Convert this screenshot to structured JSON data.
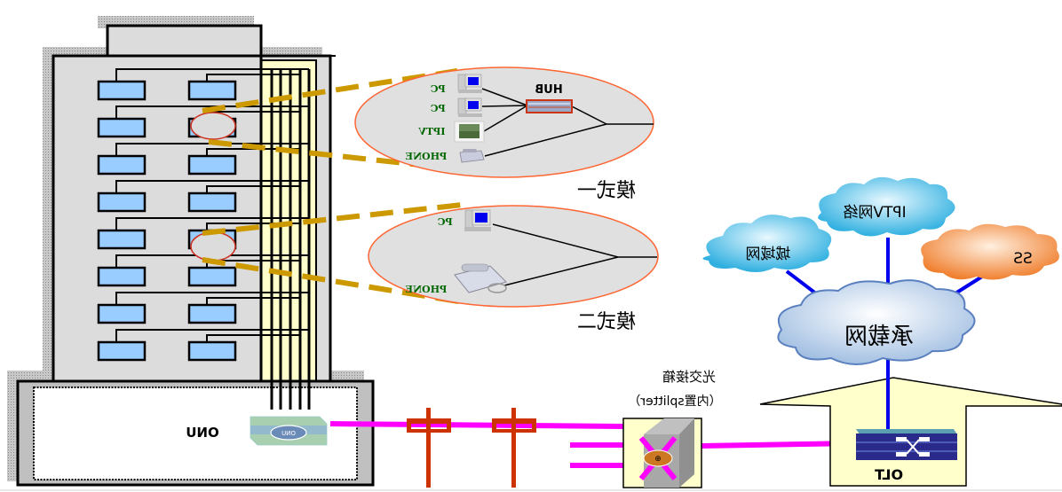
{
  "diagram": {
    "mirrored": true,
    "mode_one": {
      "label": "模式一",
      "devices": [
        "PC",
        "PC",
        "IPTV",
        "PHONE"
      ],
      "hub_label": "HUB"
    },
    "mode_two": {
      "label": "模式二",
      "devices": [
        "PC",
        "PHONE"
      ]
    },
    "clouds": {
      "iptv": "IPTV网络",
      "metro": "城域网",
      "ss": "SS",
      "bearer": "承载网"
    },
    "splitter_box": {
      "line1": "光交接箱",
      "line2": "（内置splitter）"
    },
    "olt_label": "OLT",
    "onu_label": "ONU",
    "onu_device_label": "ONU",
    "colors": {
      "building_fill": "#dcdcdc",
      "riser_fill": "#ffffcc",
      "room_fill": "#99ccff",
      "fiber": "#ff00ff",
      "pole": "#cc3300",
      "dashed_callout": "#cc9900",
      "ellipse_stroke": "#ff6633",
      "ellipse_fill": "#e0e0e0",
      "link_blue": "#0000ee",
      "cloud_blue": "#7fd0ee",
      "cloud_orange": "#f5a060",
      "cloud_bearer": "#c8dcf0",
      "house_fill": "#ffffcc",
      "olt_blue": "#2a2a8a",
      "text_green": "#006600"
    }
  }
}
